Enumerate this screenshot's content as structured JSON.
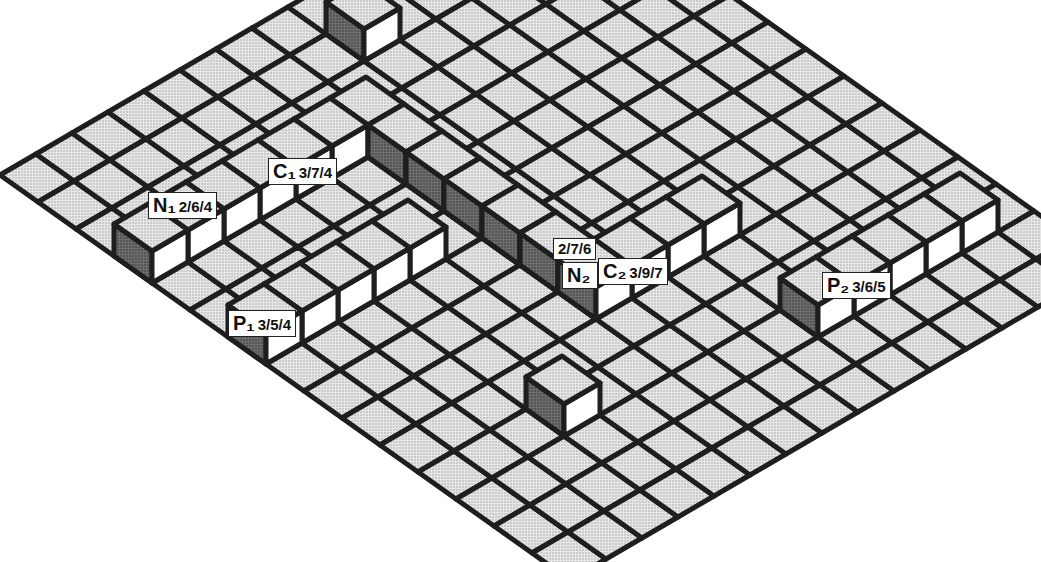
{
  "diagram": {
    "labels": [
      "N₁",
      "2/6/4",
      "C₁",
      "3/7/4",
      "P₁",
      "3/5/4",
      "2/7/6",
      "N₂",
      "C₂",
      "3/9/7",
      "P₂",
      "3/6/5"
    ]
  }
}
